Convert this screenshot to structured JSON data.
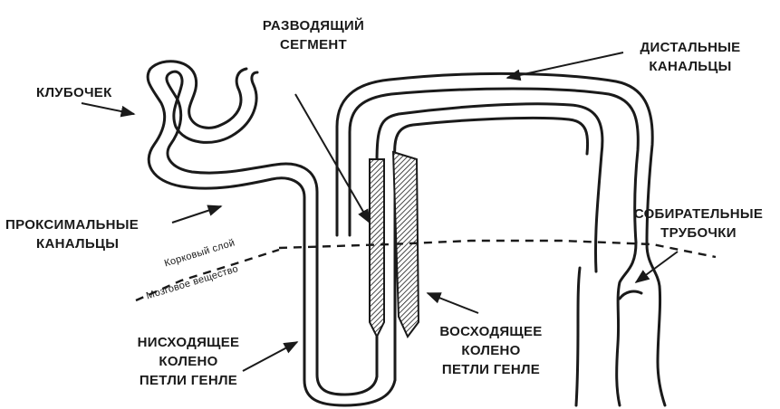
{
  "labels": {
    "glomerulus": [
      "КЛУБОЧЕК"
    ],
    "diluting_segment": [
      "РАЗВОДЯЩИЙ",
      "СЕГМЕНТ"
    ],
    "distal_tubules": [
      "ДИСТАЛЬНЫЕ",
      "КАНАЛЬЦЫ"
    ],
    "proximal_tubules": [
      "ПРОКСИМАЛЬНЫЕ",
      "КАНАЛЬЦЫ"
    ],
    "collecting_ducts": [
      "СОБИРАТЕЛЬНЫЕ",
      "ТРУБОЧКИ"
    ],
    "descending_limb": [
      "НИСХОДЯЩЕЕ",
      "КОЛЕНО",
      "ПЕТЛИ ГЕНЛЕ"
    ],
    "ascending_limb": [
      "ВОСХОДЯЩЕЕ",
      "КОЛЕНО",
      "ПЕТЛИ ГЕНЛЕ"
    ]
  },
  "zones": {
    "cortex": "Корковый слой",
    "medulla": "Мозговое вещество"
  },
  "colors": {
    "line": "#1a1a1a",
    "background": "#ffffff"
  }
}
